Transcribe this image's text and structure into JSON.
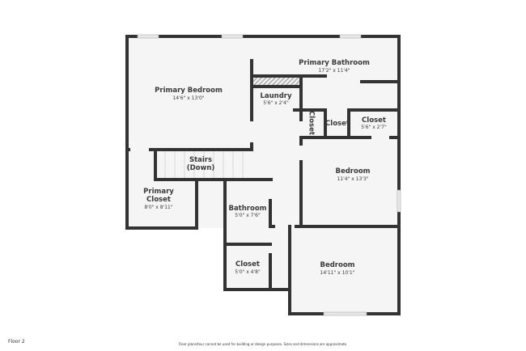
{
  "floor_label": "Floor 2",
  "disclaimer": "Floor plans/tour cannot be used for building or design purposes. Sizes and dimensions are approximate.",
  "colors": {
    "wall": "#333333",
    "floor": "#f5f5f5",
    "window": "#dddddd"
  },
  "rooms": {
    "primary_bedroom": {
      "name": "Primary Bedroom",
      "dims": "14'6\" x 13'0\""
    },
    "primary_bathroom": {
      "name": "Primary Bathroom",
      "dims": "17'2\" x 11'4\""
    },
    "laundry": {
      "name": "Laundry",
      "dims": "5'6\" x 2'4\""
    },
    "closet_vertical": {
      "name": "Closet"
    },
    "closet_small": {
      "name": "Closet"
    },
    "closet_right": {
      "name": "Closet",
      "dims": "5'6\" x 2'7\""
    },
    "stairs": {
      "name": "Stairs",
      "sub": "(Down)"
    },
    "bedroom_1": {
      "name": "Bedroom",
      "dims": "11'4\" x 13'3\""
    },
    "primary_closet": {
      "name": "Primary",
      "name2": "Closet",
      "dims": "8'0\" x 8'11\""
    },
    "bathroom": {
      "name": "Bathroom",
      "dims": "5'0\" x 7'6\""
    },
    "closet_lower": {
      "name": "Closet",
      "dims": "5'0\" x 4'8\""
    },
    "bedroom_2": {
      "name": "Bedroom",
      "dims": "14'11\" x 10'1\""
    }
  }
}
